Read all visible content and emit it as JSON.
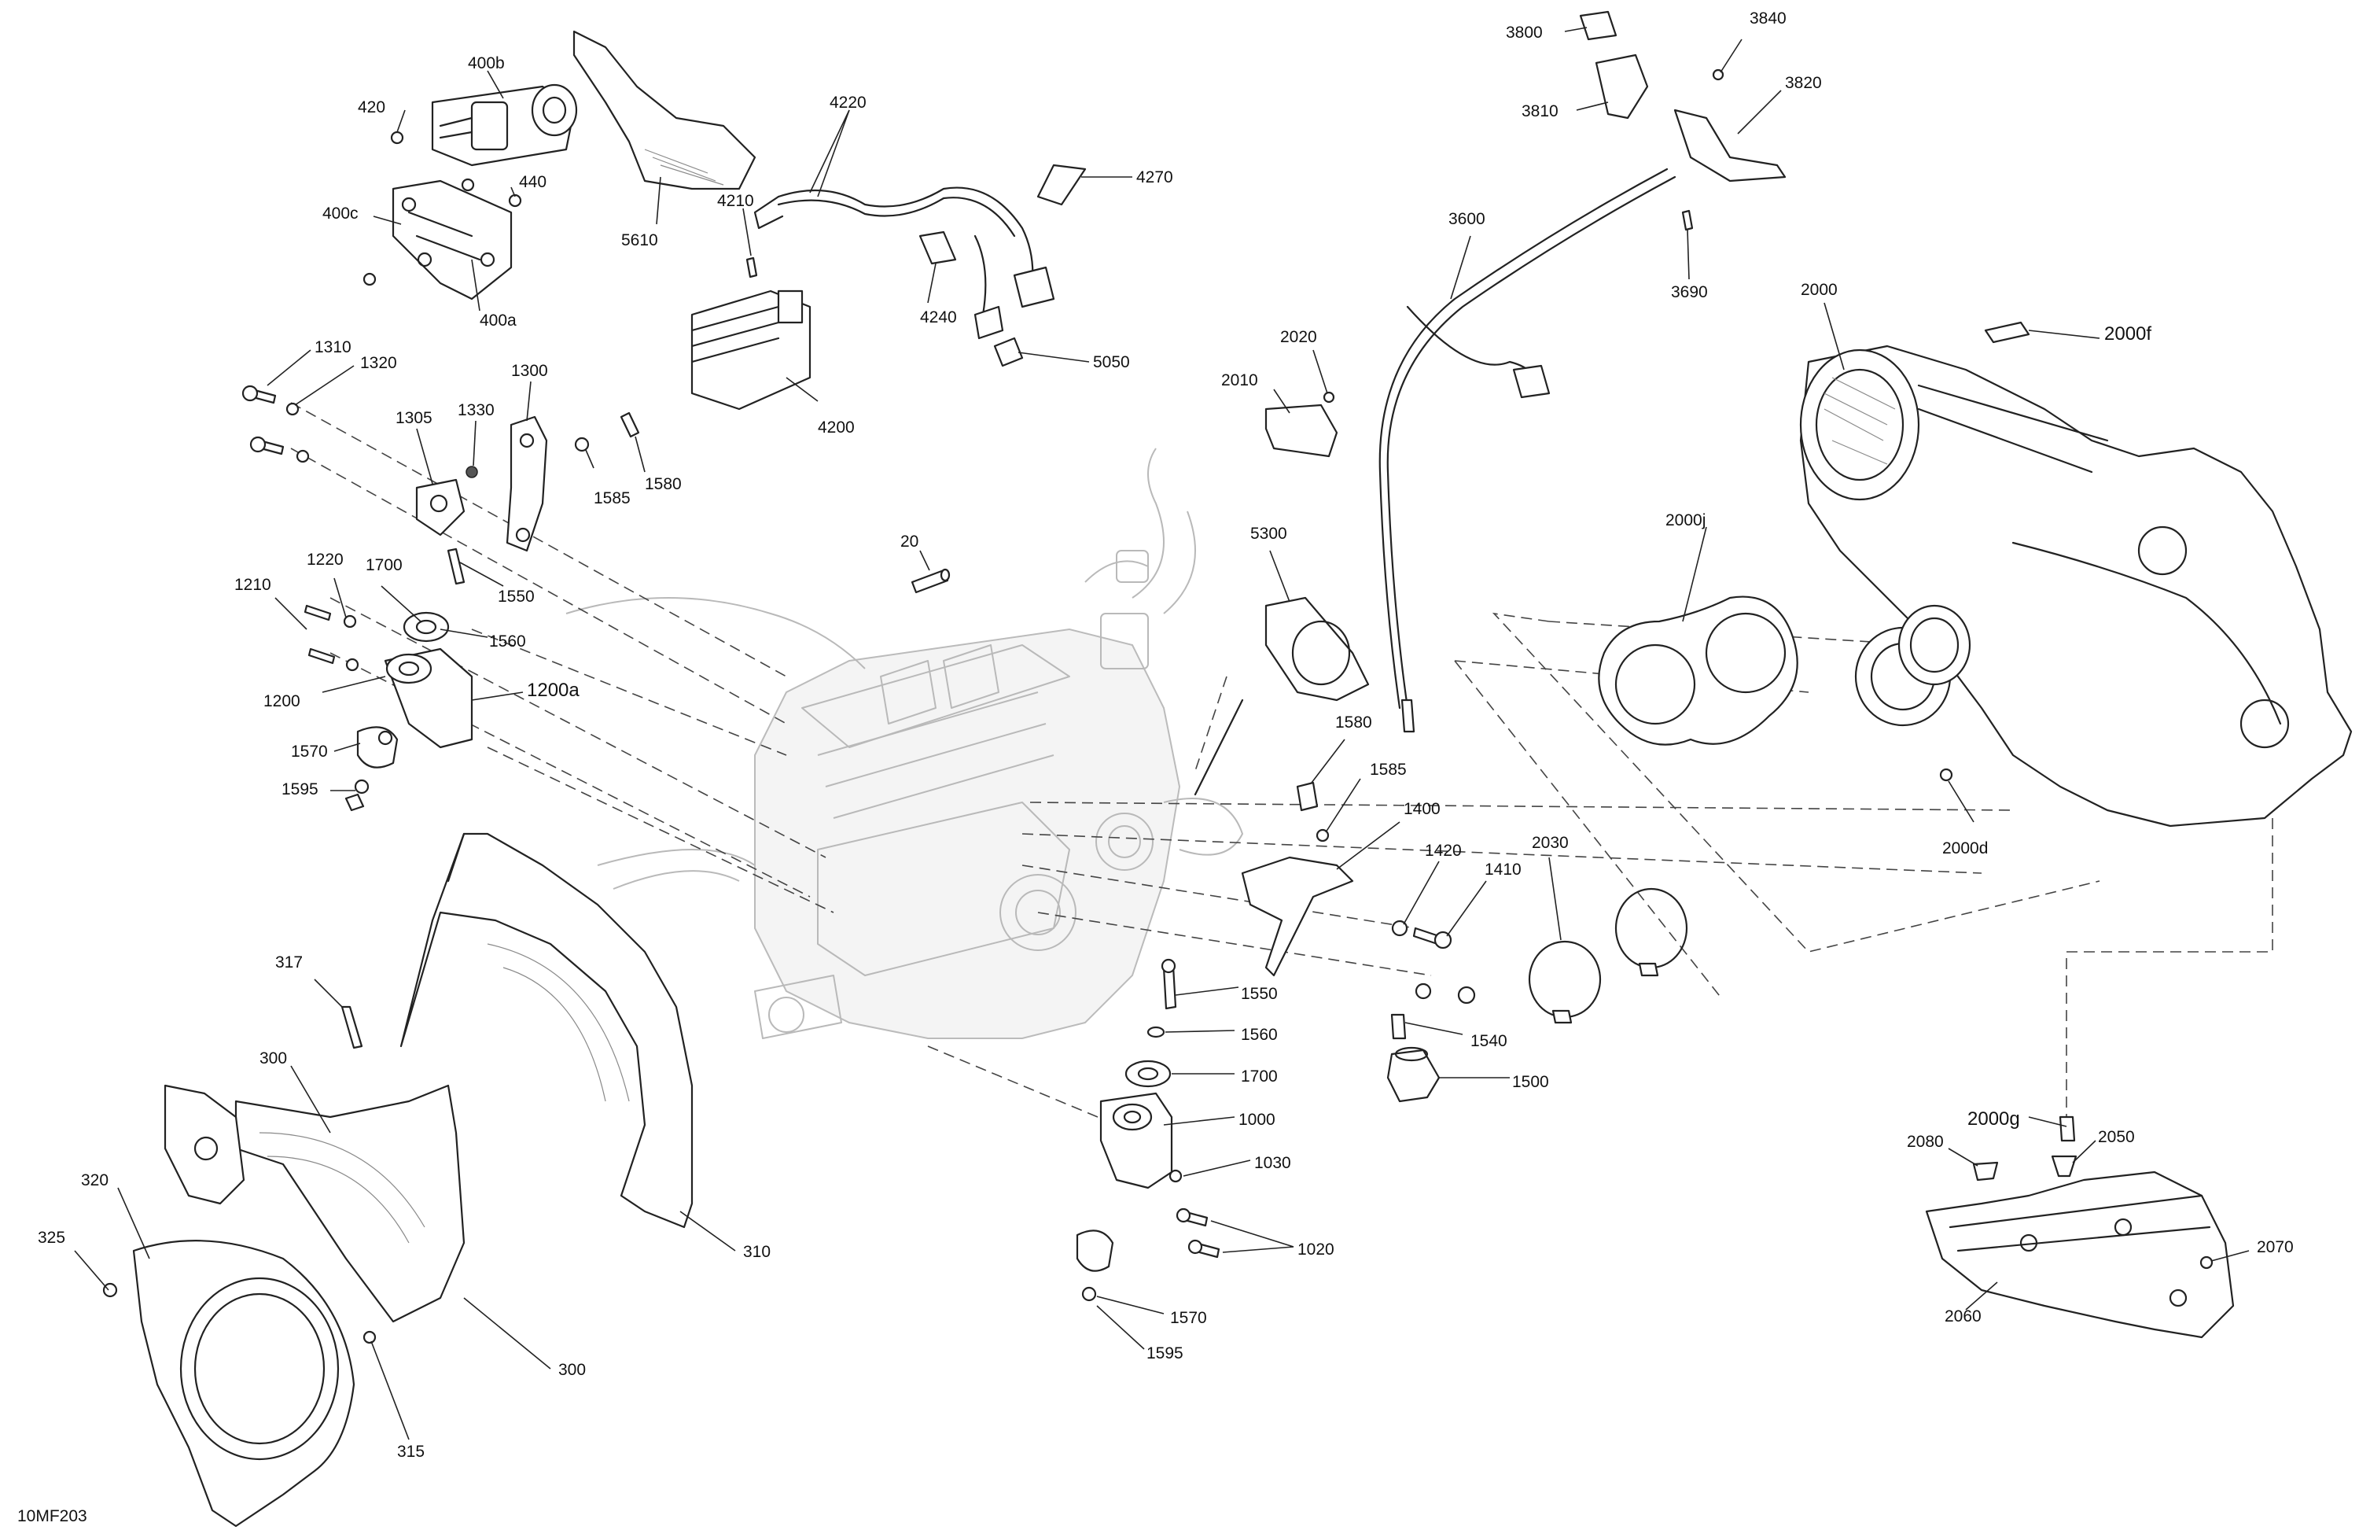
{
  "drawing": {
    "code": "10MF203"
  },
  "callouts": [
    {
      "id": "c-400b",
      "text": "400b"
    },
    {
      "id": "c-420",
      "text": "420"
    },
    {
      "id": "c-440",
      "text": "440"
    },
    {
      "id": "c-400c",
      "text": "400c"
    },
    {
      "id": "c-400a",
      "text": "400a"
    },
    {
      "id": "c-5610",
      "text": "5610"
    },
    {
      "id": "c-4220",
      "text": "4220"
    },
    {
      "id": "c-4210",
      "text": "4210"
    },
    {
      "id": "c-4270",
      "text": "4270"
    },
    {
      "id": "c-4240",
      "text": "4240"
    },
    {
      "id": "c-4200",
      "text": "4200"
    },
    {
      "id": "c-5050",
      "text": "5050"
    },
    {
      "id": "c-1310",
      "text": "1310"
    },
    {
      "id": "c-1320",
      "text": "1320"
    },
    {
      "id": "c-1300",
      "text": "1300"
    },
    {
      "id": "c-1305",
      "text": "1305"
    },
    {
      "id": "c-1330",
      "text": "1330"
    },
    {
      "id": "c-1585a",
      "text": "1585"
    },
    {
      "id": "c-1580a",
      "text": "1580"
    },
    {
      "id": "c-1550a",
      "text": "1550"
    },
    {
      "id": "c-1220",
      "text": "1220"
    },
    {
      "id": "c-1700a",
      "text": "1700"
    },
    {
      "id": "c-1210",
      "text": "1210"
    },
    {
      "id": "c-1560a",
      "text": "1560"
    },
    {
      "id": "c-1200",
      "text": "1200"
    },
    {
      "id": "c-1200a",
      "text": "1200a"
    },
    {
      "id": "c-1570a",
      "text": "1570"
    },
    {
      "id": "c-1595a",
      "text": "1595"
    },
    {
      "id": "c-20",
      "text": "20"
    },
    {
      "id": "c-317",
      "text": "317"
    },
    {
      "id": "c-300a",
      "text": "300"
    },
    {
      "id": "c-320",
      "text": "320"
    },
    {
      "id": "c-325",
      "text": "325"
    },
    {
      "id": "c-310",
      "text": "310"
    },
    {
      "id": "c-300b",
      "text": "300"
    },
    {
      "id": "c-315",
      "text": "315"
    },
    {
      "id": "c-3800",
      "text": "3800"
    },
    {
      "id": "c-3840",
      "text": "3840"
    },
    {
      "id": "c-3810",
      "text": "3810"
    },
    {
      "id": "c-3820",
      "text": "3820"
    },
    {
      "id": "c-3600",
      "text": "3600"
    },
    {
      "id": "c-3690",
      "text": "3690"
    },
    {
      "id": "c-2020",
      "text": "2020"
    },
    {
      "id": "c-2010",
      "text": "2010"
    },
    {
      "id": "c-2000",
      "text": "2000"
    },
    {
      "id": "c-2000f",
      "text": "2000f"
    },
    {
      "id": "c-2000j",
      "text": "2000j"
    },
    {
      "id": "c-5300",
      "text": "5300"
    },
    {
      "id": "c-1580b",
      "text": "1580"
    },
    {
      "id": "c-1585b",
      "text": "1585"
    },
    {
      "id": "c-1400",
      "text": "1400"
    },
    {
      "id": "c-1420",
      "text": "1420"
    },
    {
      "id": "c-1410",
      "text": "1410"
    },
    {
      "id": "c-2030",
      "text": "2030"
    },
    {
      "id": "c-2000d",
      "text": "2000d"
    },
    {
      "id": "c-1550b",
      "text": "1550"
    },
    {
      "id": "c-1560b",
      "text": "1560"
    },
    {
      "id": "c-1540",
      "text": "1540"
    },
    {
      "id": "c-1700b",
      "text": "1700"
    },
    {
      "id": "c-1500",
      "text": "1500"
    },
    {
      "id": "c-1000",
      "text": "1000"
    },
    {
      "id": "c-1030",
      "text": "1030"
    },
    {
      "id": "c-1020",
      "text": "1020"
    },
    {
      "id": "c-1570b",
      "text": "1570"
    },
    {
      "id": "c-1595b",
      "text": "1595"
    },
    {
      "id": "c-2000g",
      "text": "2000g"
    },
    {
      "id": "c-2080",
      "text": "2080"
    },
    {
      "id": "c-2050",
      "text": "2050"
    },
    {
      "id": "c-2070",
      "text": "2070"
    },
    {
      "id": "c-2060",
      "text": "2060"
    }
  ]
}
